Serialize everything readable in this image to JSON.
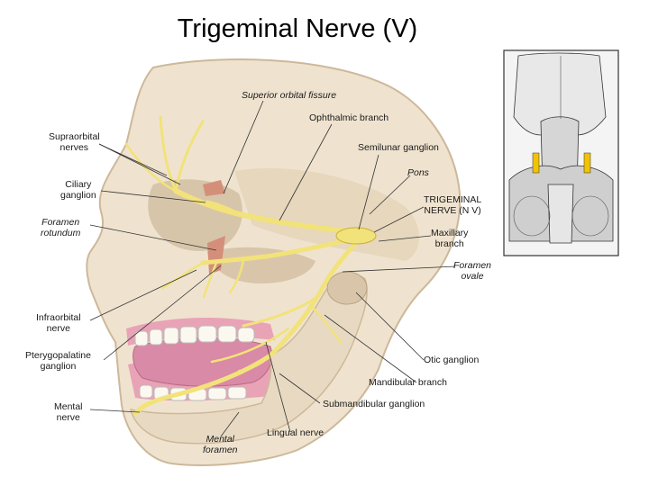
{
  "title": "Trigeminal Nerve (V)",
  "labels": {
    "superior_orbital_fissure": "Superior orbital fissure",
    "ophthalmic_branch": "Ophthalmic branch",
    "supraorbital_nerves": "Supraorbital\nnerves",
    "semilunar_ganglion": "Semilunar ganglion",
    "pons": "Pons",
    "ciliary_ganglion": "Ciliary\nganglion",
    "trigeminal_nerve": "TRIGEMINAL\nNERVE (N V)",
    "foramen_rotundum": "Foramen\nrotundum",
    "maxillary_branch": "Maxillary\nbranch",
    "foramen_ovale": "Foramen\novale",
    "infraorbital_nerve": "Infraorbital\nnerve",
    "pterygopalatine_ganglion": "Pterygopalatine\nganglion",
    "otic_ganglion": "Otic ganglion",
    "mandibular_branch": "Mandibular branch",
    "mental_nerve": "Mental\nnerve",
    "submandibular_ganglion": "Submandibular ganglion",
    "lingual_nerve": "Lingual nerve",
    "mental_foramen": "Mental\nforamen"
  },
  "colors": {
    "bone": "#efe3cf",
    "bone_shadow": "#cdb89a",
    "nerve": "#f2e27a",
    "nerve_edge": "#c8b040",
    "tongue": "#d98aa6",
    "gum": "#e9a3b6",
    "teeth": "#fbf8ef",
    "leader": "#333333"
  }
}
